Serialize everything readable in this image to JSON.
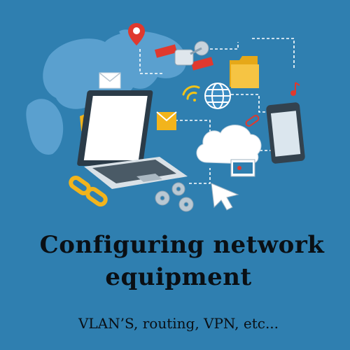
{
  "title_line1": "Configuring network",
  "title_line2": "equipment",
  "subtitle": "VLAN’S, routing, VPN, etc...",
  "colors": {
    "background": "#2f7fb0",
    "map": "#5aa0cf",
    "text": "#0a0f14",
    "accent_red": "#e0392e",
    "accent_yellow": "#f2b41c"
  },
  "illustration": {
    "icons": [
      "world-map",
      "location-pin-icon",
      "envelope-icon",
      "satellite-icon",
      "folder-icon",
      "music-note-icon",
      "wifi-icon",
      "globe-icon",
      "shield-icon",
      "laptop-icon",
      "mail-icon",
      "paperclip-icon",
      "tablet-icon",
      "cloud-icon",
      "image-card-icon",
      "chain-link-icon",
      "gears-icon",
      "cursor-icon"
    ]
  }
}
